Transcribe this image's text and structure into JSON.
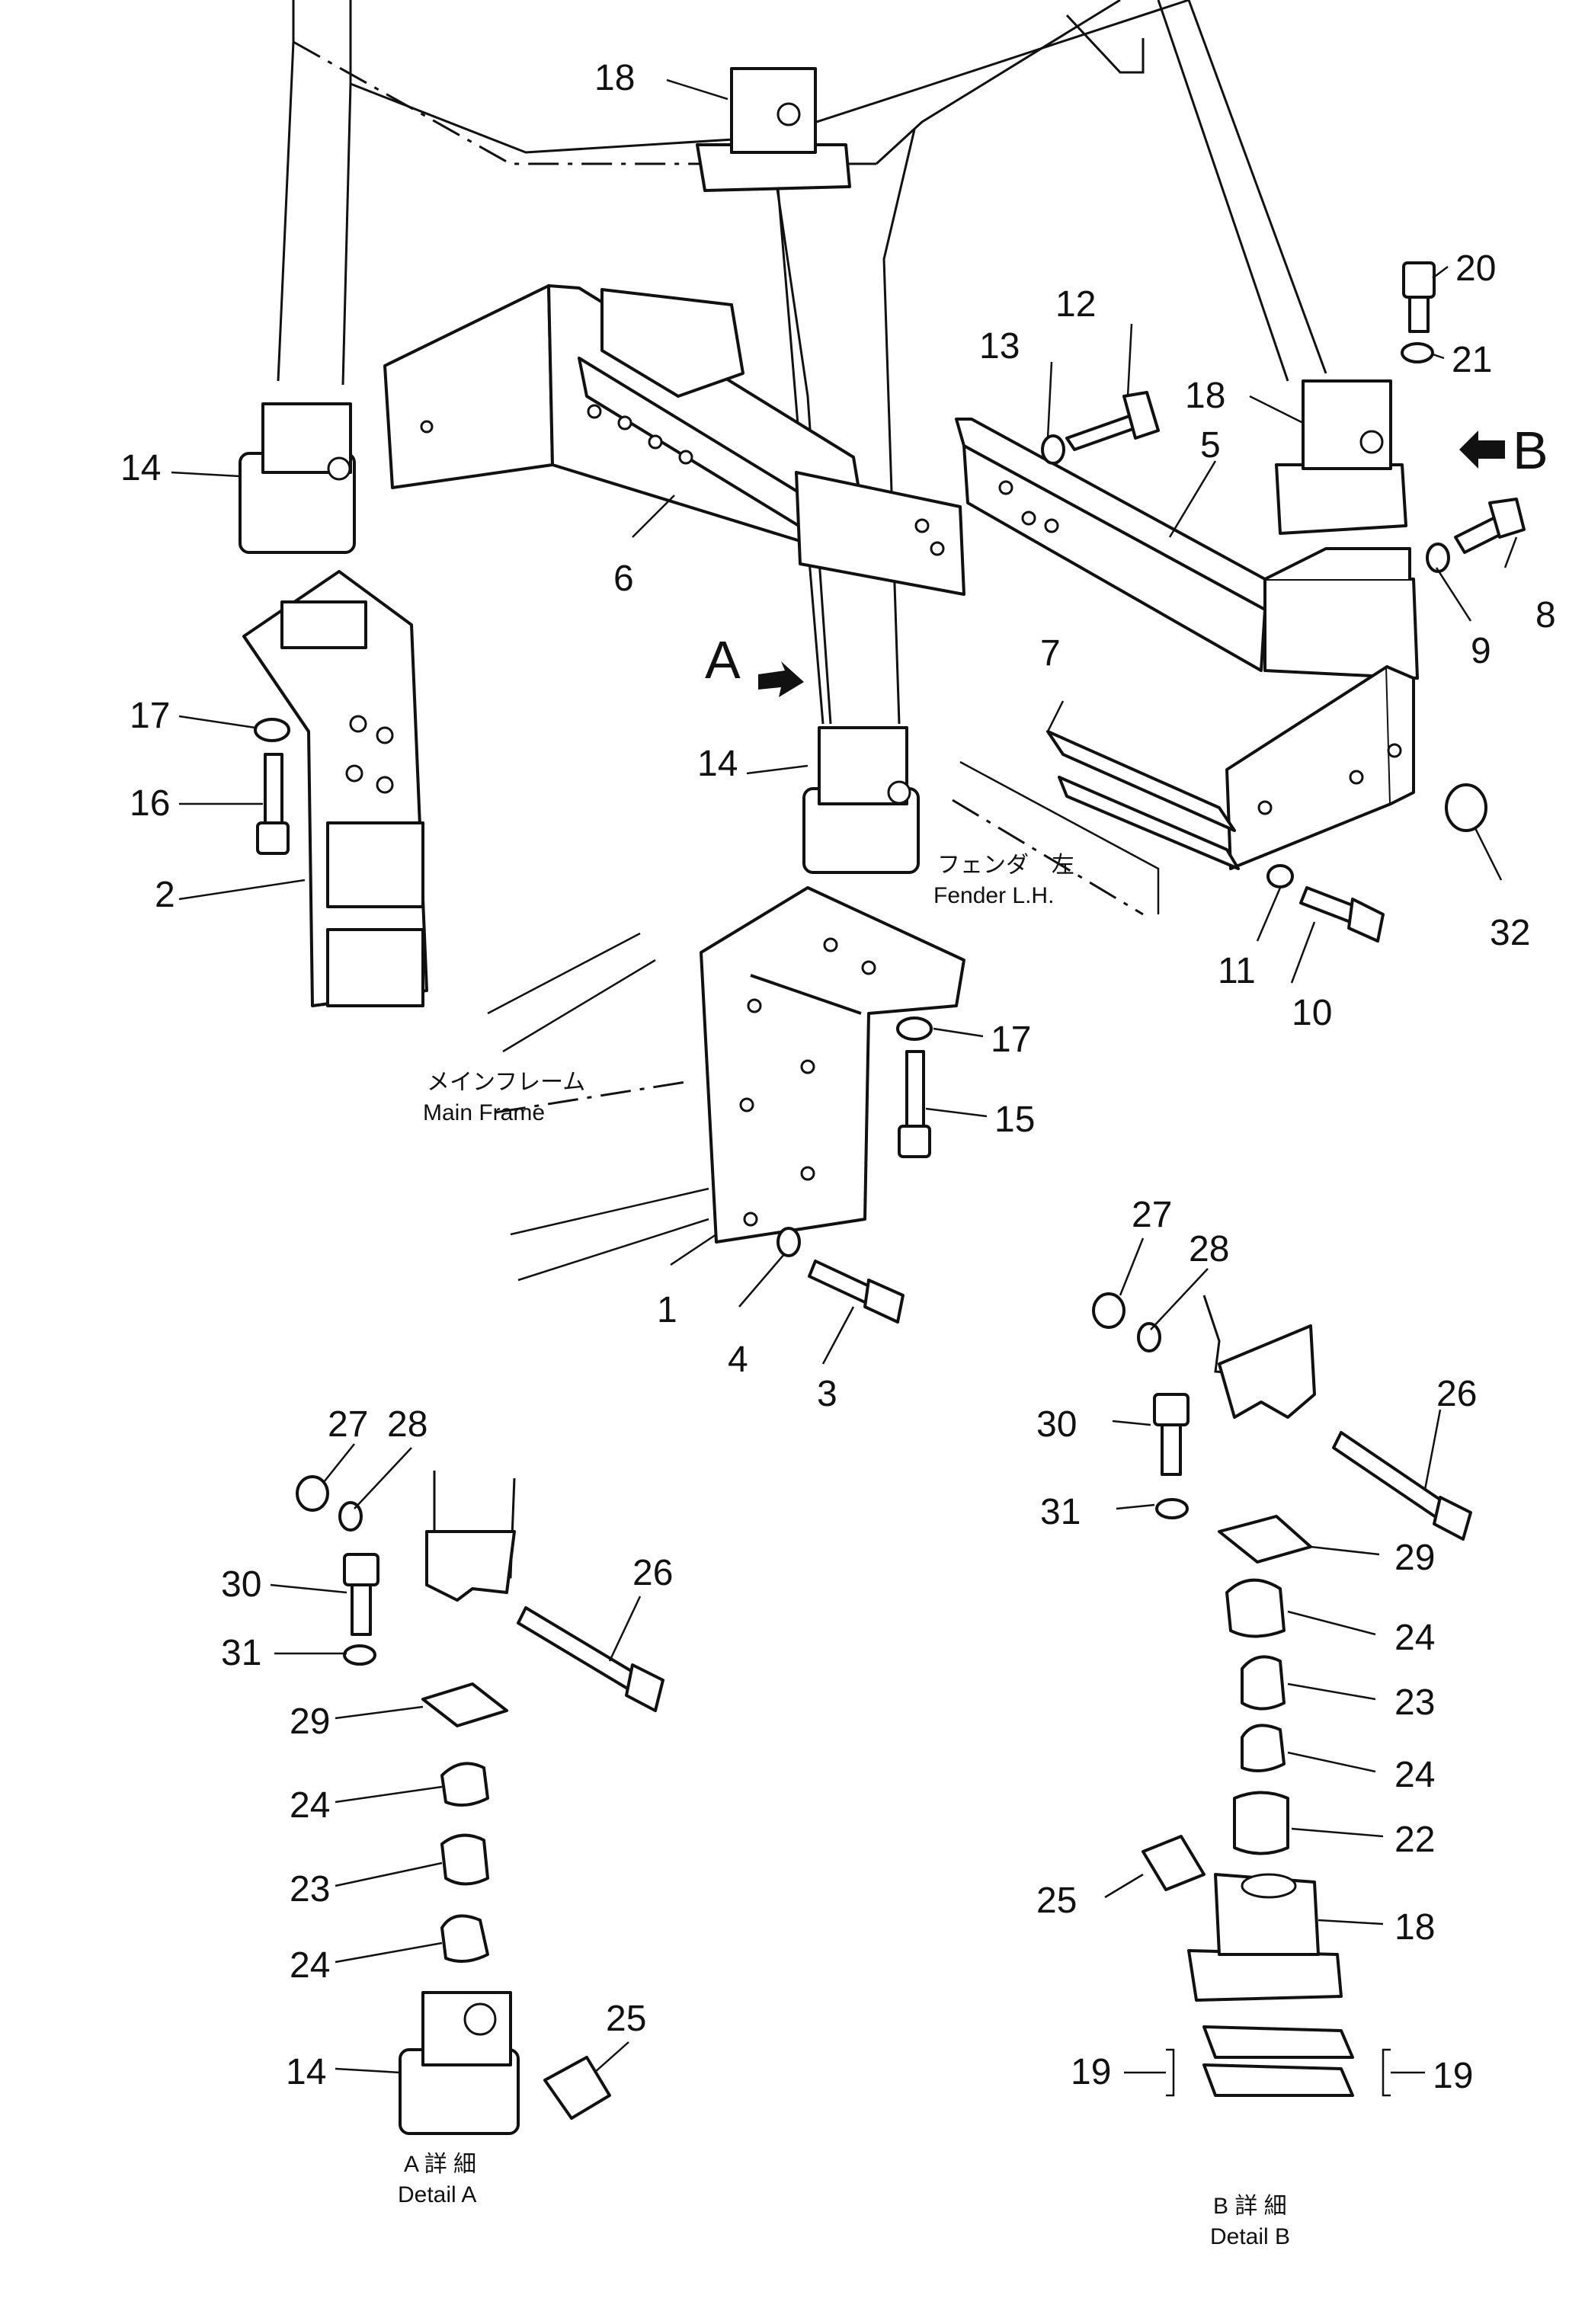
{
  "labels": {
    "n1": "1",
    "n2": "2",
    "n3": "3",
    "n4": "4",
    "n5": "5",
    "n6": "6",
    "n7": "7",
    "n8": "8",
    "n9": "9",
    "n10": "10",
    "n11": "11",
    "n12": "12",
    "n13": "13",
    "n14a": "14",
    "n14b": "14",
    "n14c": "14",
    "n15": "15",
    "n16": "16",
    "n17a": "17",
    "n17b": "17",
    "n18a": "18",
    "n18b": "18",
    "n18c": "18",
    "n19a": "19",
    "n19b": "19",
    "n20": "20",
    "n21": "21",
    "n22": "22",
    "n23a": "23",
    "n23b": "23",
    "n24a": "24",
    "n24b": "24",
    "n24c": "24",
    "n24d": "24",
    "n25a": "25",
    "n25b": "25",
    "n26a": "26",
    "n26b": "26",
    "n27a": "27",
    "n27b": "27",
    "n28a": "28",
    "n28b": "28",
    "n29a": "29",
    "n29b": "29",
    "n30a": "30",
    "n30b": "30",
    "n31a": "31",
    "n31b": "31",
    "n32": "32"
  },
  "views": {
    "a": "A",
    "b": "B"
  },
  "notes": {
    "fender_jp": "フェンダ　左",
    "fender_en": "Fender  L.H.",
    "frame_jp": "メインフレーム",
    "frame_en": "Main  Frame",
    "detail_a_jp": "A  詳  細",
    "detail_a_en": "Detail  A",
    "detail_b_jp": "B  詳  細",
    "detail_b_en": "Detail  B"
  }
}
